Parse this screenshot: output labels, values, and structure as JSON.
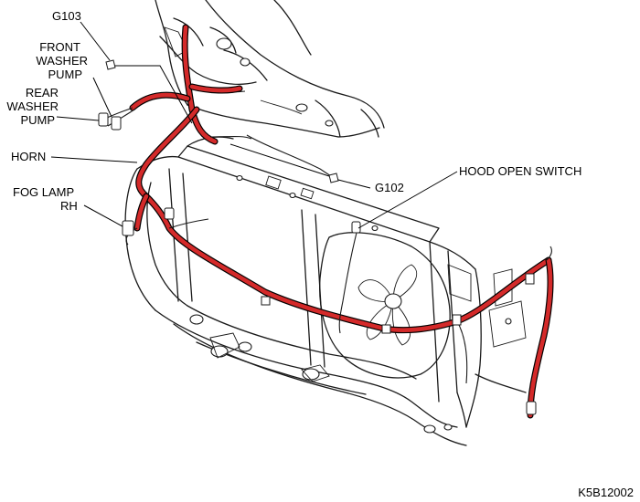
{
  "labels": {
    "g103": "G103",
    "front_washer_pump": [
      "FRONT",
      "WASHER",
      "PUMP"
    ],
    "rear_washer_pump": [
      "REAR",
      "WASHER",
      "PUMP"
    ],
    "horn": "HORN",
    "fog_lamp_rh": [
      "FOG LAMP",
      "RH"
    ],
    "g102": "G102",
    "hood_open_switch": "HOOD OPEN SWITCH"
  },
  "figure_id": "K5B12002",
  "colors": {
    "harness": "#d42a2a",
    "outline": "#1a1a1a",
    "background": "#ffffff"
  }
}
